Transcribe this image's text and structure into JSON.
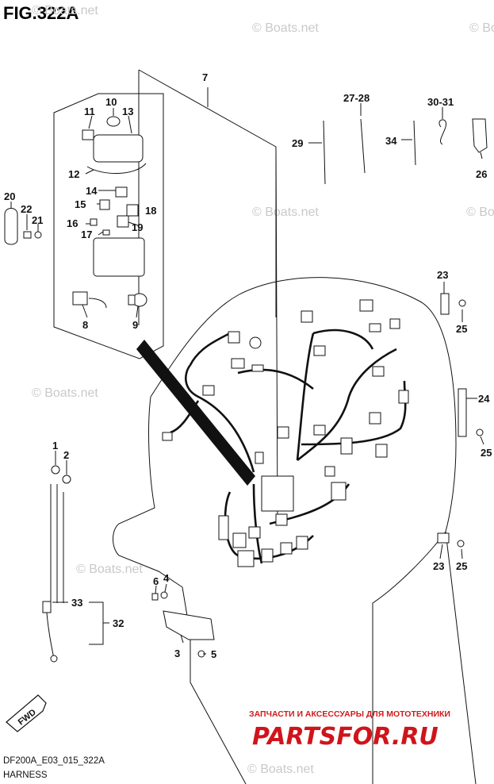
{
  "figure": {
    "title": "FIG.322A",
    "code": "DF200A_E03_015_322A",
    "name": "HARNESS"
  },
  "watermark": "© Boats.net",
  "callouts": {
    "c1": "1",
    "c2": "2",
    "c3": "3",
    "c4": "4",
    "c5": "5",
    "c6": "6",
    "c7": "7",
    "c8": "8",
    "c9": "9",
    "c10": "10",
    "c11": "11",
    "c12": "12",
    "c13": "13",
    "c14": "14",
    "c15": "15",
    "c16": "16",
    "c17": "17",
    "c18": "18",
    "c19": "19",
    "c20": "20",
    "c21": "21",
    "c22": "22",
    "c23a": "23",
    "c23b": "23",
    "c24": "24",
    "c25a": "25",
    "c25b": "25",
    "c25c": "25",
    "c26": "26",
    "c27_28": "27-28",
    "c29": "29",
    "c30_31": "30-31",
    "c32": "32",
    "c33": "33",
    "c34": "34"
  },
  "fwd_label": "FWD",
  "promo": {
    "tagline": "ЗАПЧАСТИ И АКСЕССУАРЫ ДЛЯ МОТОТЕХНИКИ",
    "brand": "PARTSFOR.RU"
  },
  "colors": {
    "promo_red": "#d0141b",
    "watermark_grey": "#c9c9c9",
    "line": "#111111"
  }
}
